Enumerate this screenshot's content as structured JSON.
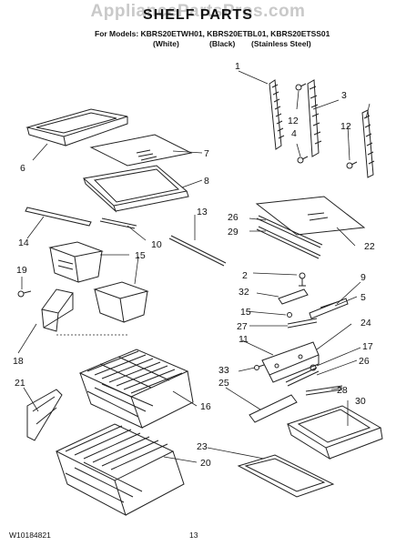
{
  "header": {
    "watermark": "AppliancePartsPros.com",
    "title": "SHELF PARTS",
    "models_line": "For Models: KBRS20ETWH01, KBRS20ETBL01, KBRS20ETSS01",
    "colors": [
      "(White)",
      "(Black)",
      "(Stainless Steel)"
    ]
  },
  "callouts": [
    "1",
    "2",
    "3",
    "4",
    "5",
    "6",
    "7",
    "8",
    "9",
    "10",
    "11",
    "12",
    "12",
    "13",
    "14",
    "15",
    "15",
    "16",
    "17",
    "18",
    "19",
    "20",
    "21",
    "22",
    "23",
    "24",
    "25",
    "26",
    "26",
    "27",
    "28",
    "29",
    "30",
    "32",
    "33"
  ],
  "footer": {
    "doc_number": "W10184821",
    "page_number": "13"
  }
}
